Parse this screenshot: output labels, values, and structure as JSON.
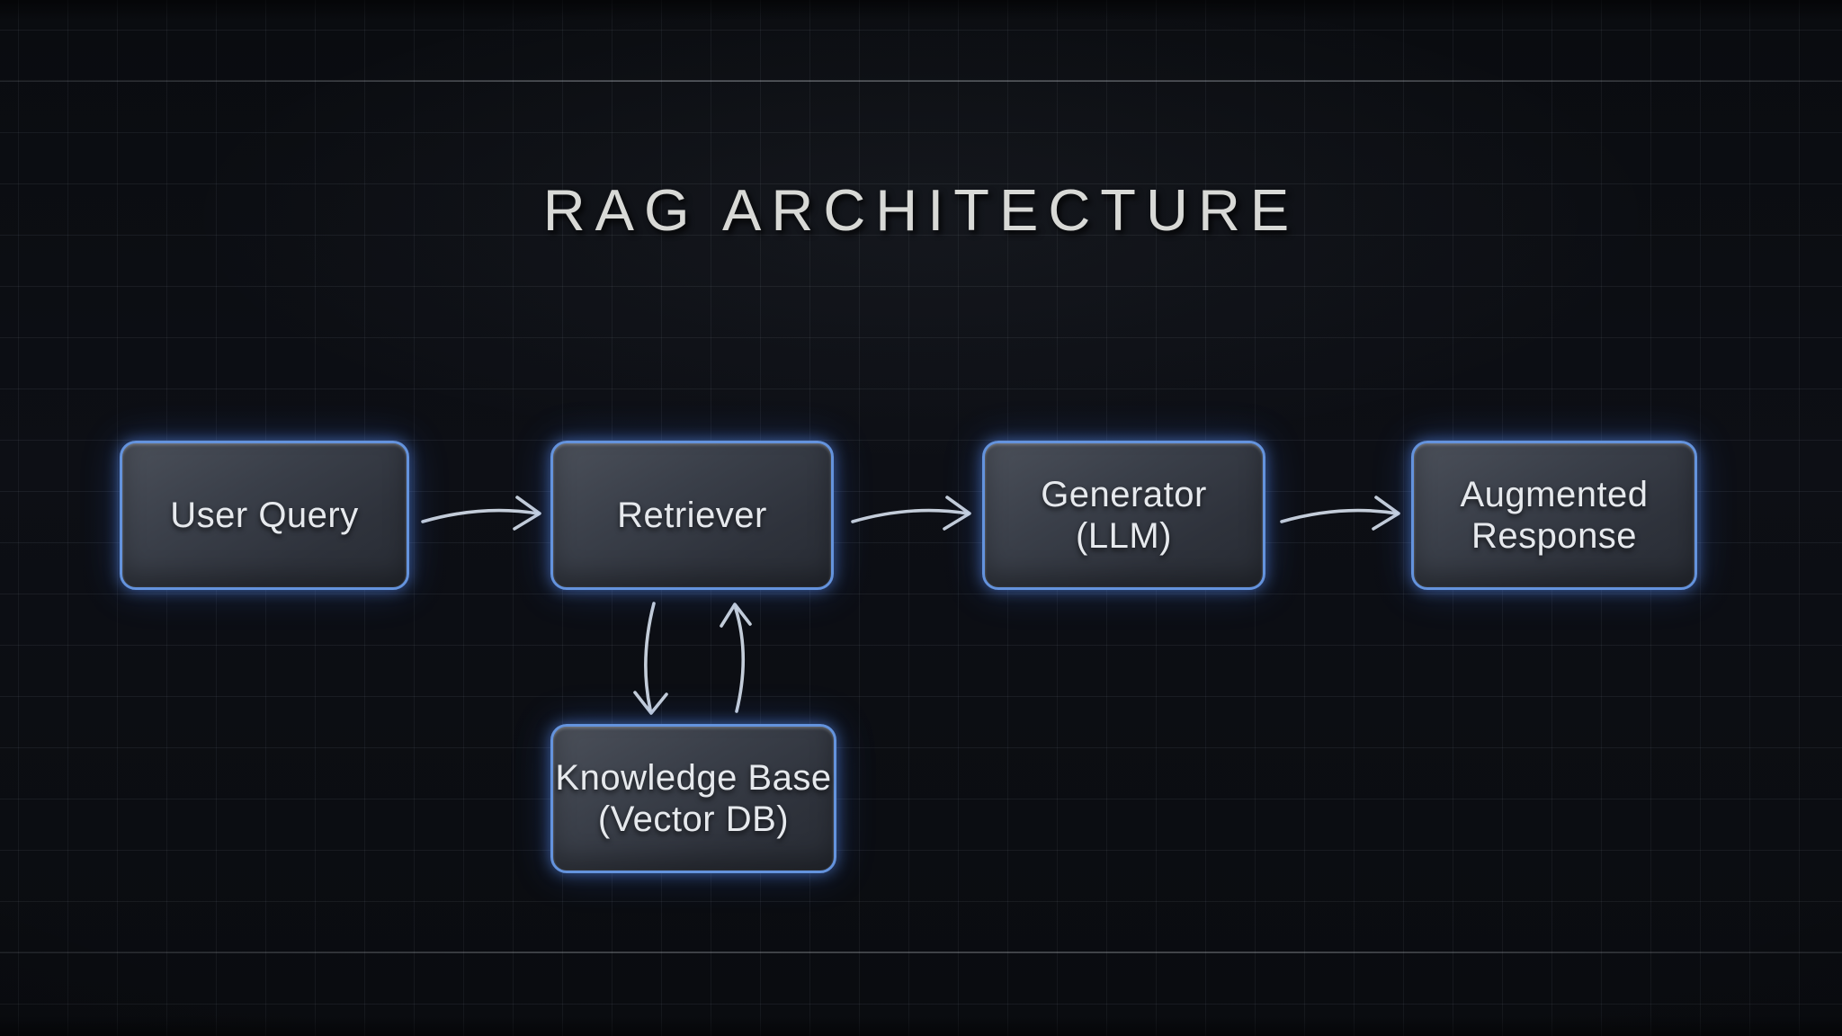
{
  "title": "RAG ARCHITECTURE",
  "nodes": {
    "user_query": {
      "label": "User Query"
    },
    "retriever": {
      "label": "Retriever"
    },
    "generator": {
      "label": "Generator\n(LLM)"
    },
    "augmented_response": {
      "label": "Augmented\nResponse"
    },
    "knowledge_base": {
      "label": "Knowledge Base\n(Vector DB)"
    }
  },
  "edges": [
    {
      "from": "user_query",
      "to": "retriever"
    },
    {
      "from": "retriever",
      "to": "generator"
    },
    {
      "from": "generator",
      "to": "augmented_response"
    },
    {
      "from": "retriever",
      "to": "knowledge_base"
    },
    {
      "from": "knowledge_base",
      "to": "retriever"
    }
  ],
  "colors": {
    "background": "#0b0d12",
    "node_border": "#6493dd",
    "node_fill_top": "#4b505a",
    "node_fill_bottom": "#282c34",
    "node_text": "#e6e9ed",
    "title_text": "#d8d9d6",
    "arrow": "#cfd8e4"
  }
}
